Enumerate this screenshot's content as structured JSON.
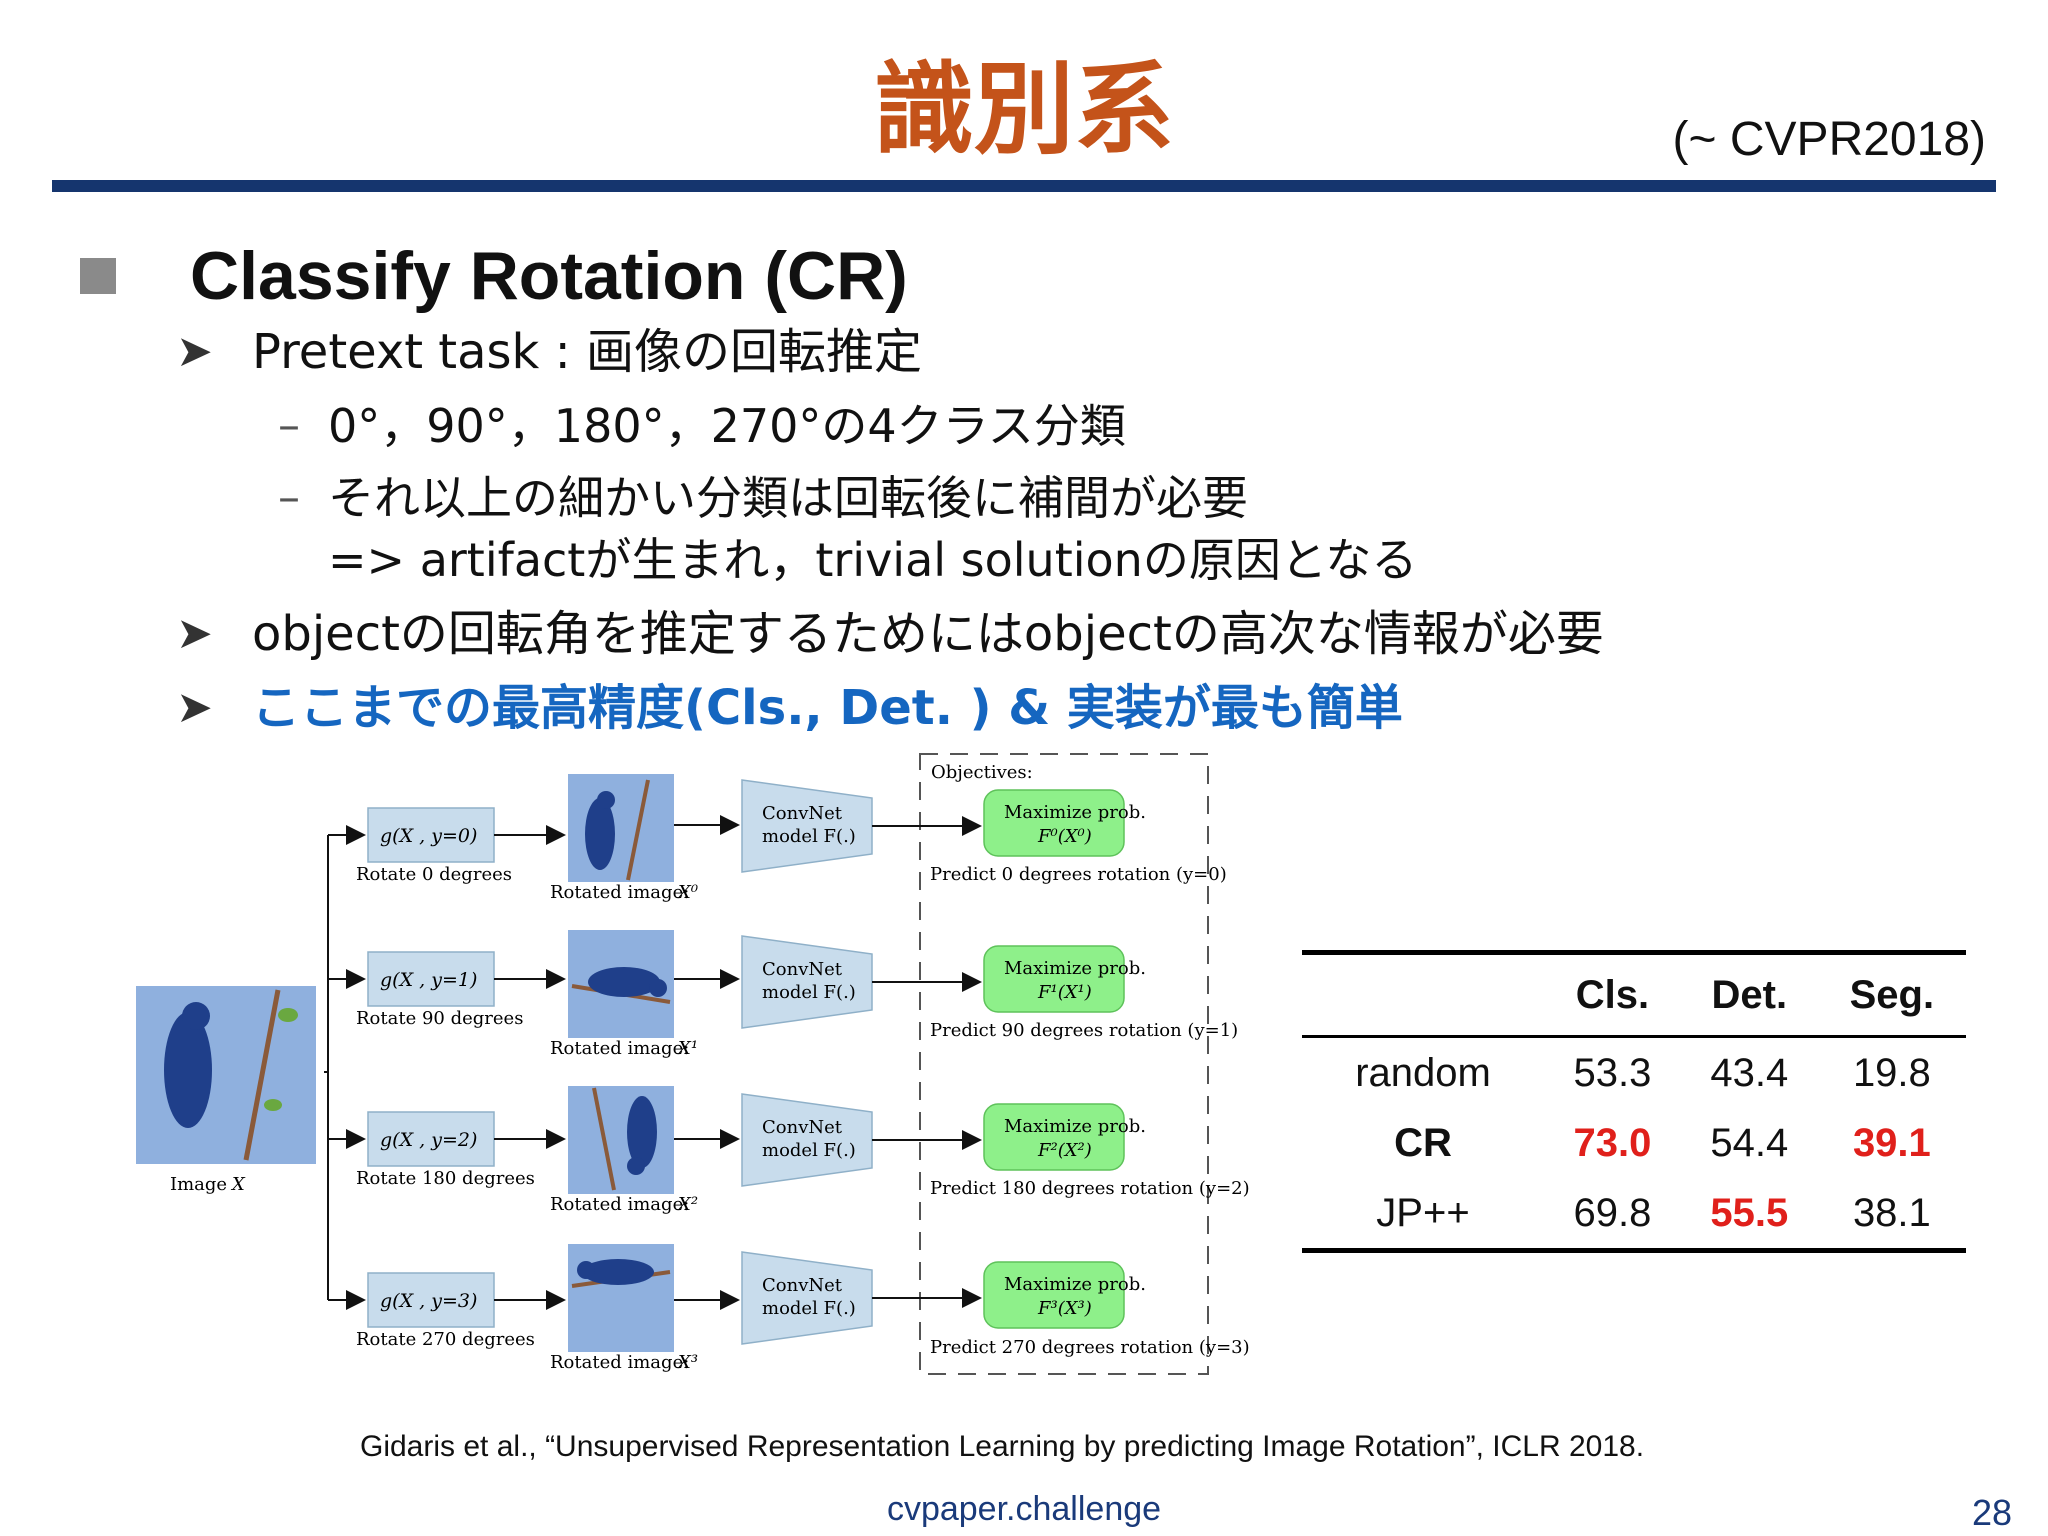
{
  "title": "識別系",
  "era": "(~ CVPR2018)",
  "heading": "Classify Rotation (CR)",
  "bullets": {
    "b1": "Pretext task : 画像の回転推定",
    "b1_sub1": "0°，90°，180°，270°の4クラス分類",
    "b1_sub2_line1": "それ以上の細かい分類は回転後に補間が必要",
    "b1_sub2_line2": "=> artifactが生まれ，trivial solutionの原因となる",
    "b2": "objectの回転角を推定するためにはobjectの高次な情報が必要",
    "b3": "ここまでの最高精度(Cls., Det. ) & 実装が最も簡単"
  },
  "diagram": {
    "image_label": "Image",
    "image_var": "X",
    "objectives_label": "Objectives:",
    "branches": [
      {
        "g": "g(X , y=0)",
        "rotate": "Rotate 0 degrees",
        "rotated": "Rotated image:",
        "xsup": "X⁰",
        "convnet1": "ConvNet",
        "convnet2": "model F(.)",
        "max": "Maximize prob.",
        "f": "F⁰(X⁰)",
        "predict": "Predict 0 degrees rotation (y=0)"
      },
      {
        "g": "g(X , y=1)",
        "rotate": "Rotate 90 degrees",
        "rotated": "Rotated image:",
        "xsup": "X¹",
        "convnet1": "ConvNet",
        "convnet2": "model F(.)",
        "max": "Maximize prob.",
        "f": "F¹(X¹)",
        "predict": "Predict 90 degrees rotation (y=1)"
      },
      {
        "g": "g(X , y=2)",
        "rotate": "Rotate 180 degrees",
        "rotated": "Rotated image:",
        "xsup": "X²",
        "convnet1": "ConvNet",
        "convnet2": "model F(.)",
        "max": "Maximize prob.",
        "f": "F²(X²)",
        "predict": "Predict 180 degrees rotation (y=2)"
      },
      {
        "g": "g(X , y=3)",
        "rotate": "Rotate 270 degrees",
        "rotated": "Rotated image:",
        "xsup": "X³",
        "convnet1": "ConvNet",
        "convnet2": "model F(.)",
        "max": "Maximize prob.",
        "f": "F³(X³)",
        "predict": "Predict 270 degrees rotation (y=3)"
      }
    ]
  },
  "table": {
    "headers": [
      "",
      "Cls.",
      "Det.",
      "Seg."
    ],
    "rows": [
      [
        "random",
        "53.3",
        "43.4",
        "19.8"
      ],
      [
        "CR",
        "73.0",
        "54.4",
        "39.1"
      ],
      [
        "JP++",
        "69.8",
        "55.5",
        "38.1"
      ]
    ],
    "highlight_color": "#e0201b"
  },
  "citation": "Gidaris et al., “Unsupervised Representation Learning by predicting Image Rotation”, ICLR 2018.",
  "footer": "cvpaper.challenge",
  "page_number": "28",
  "colors": {
    "title": "#c4531a",
    "rule": "#15356e",
    "accent_blue": "#1566c0",
    "box_green": "#8ef08a",
    "box_blue": "#c8dcec"
  }
}
